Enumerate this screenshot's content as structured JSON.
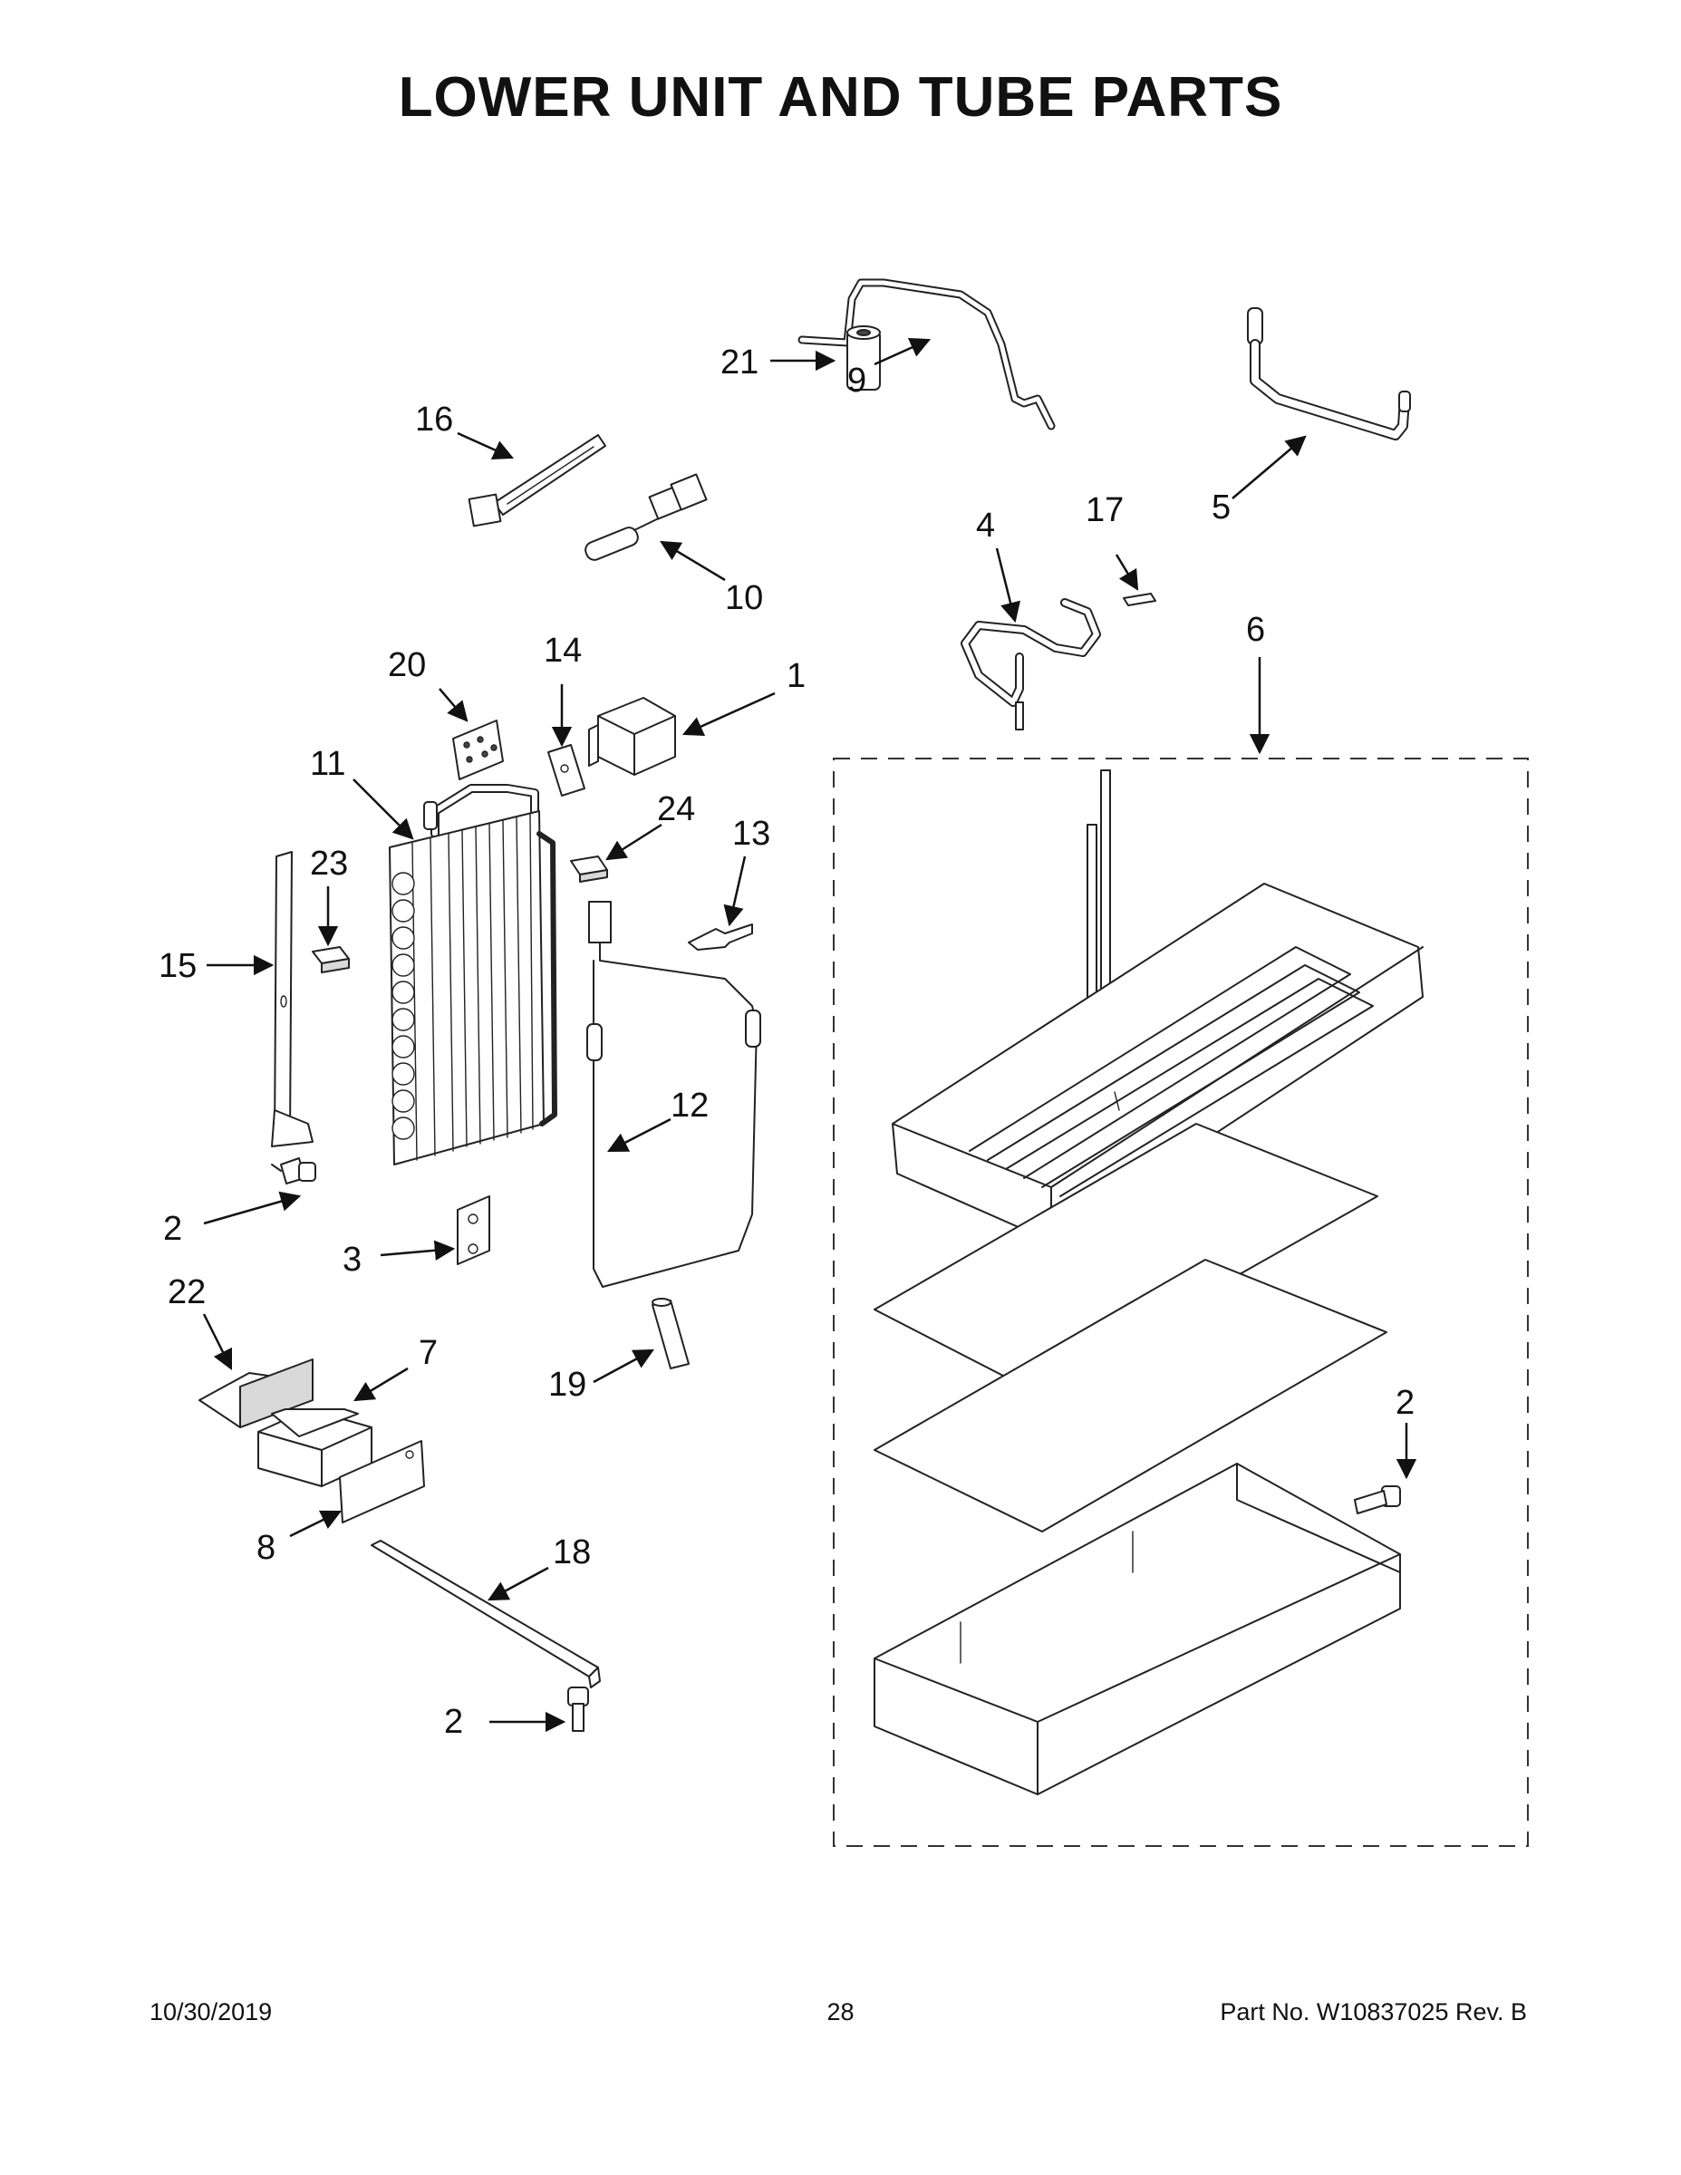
{
  "page": {
    "title": "LOWER UNIT AND TUBE PARTS"
  },
  "footer": {
    "date": "10/30/2019",
    "page_number": "28",
    "part_number": "Part No.  W10837025  Rev.  B"
  },
  "callouts": [
    {
      "id": "c1",
      "label": "1"
    },
    {
      "id": "c2a",
      "label": "2"
    },
    {
      "id": "c2b",
      "label": "2"
    },
    {
      "id": "c2c",
      "label": "2"
    },
    {
      "id": "c3",
      "label": "3"
    },
    {
      "id": "c4",
      "label": "4"
    },
    {
      "id": "c5",
      "label": "5"
    },
    {
      "id": "c6",
      "label": "6"
    },
    {
      "id": "c7",
      "label": "7"
    },
    {
      "id": "c8",
      "label": "8"
    },
    {
      "id": "c9",
      "label": "9"
    },
    {
      "id": "c10",
      "label": "10"
    },
    {
      "id": "c11",
      "label": "11"
    },
    {
      "id": "c12",
      "label": "12"
    },
    {
      "id": "c13",
      "label": "13"
    },
    {
      "id": "c14",
      "label": "14"
    },
    {
      "id": "c15",
      "label": "15"
    },
    {
      "id": "c16",
      "label": "16"
    },
    {
      "id": "c17",
      "label": "17"
    },
    {
      "id": "c18",
      "label": "18"
    },
    {
      "id": "c19",
      "label": "19"
    },
    {
      "id": "c20",
      "label": "20"
    },
    {
      "id": "c21",
      "label": "21"
    },
    {
      "id": "c22",
      "label": "22"
    },
    {
      "id": "c23",
      "label": "23"
    },
    {
      "id": "c24",
      "label": "24"
    }
  ]
}
